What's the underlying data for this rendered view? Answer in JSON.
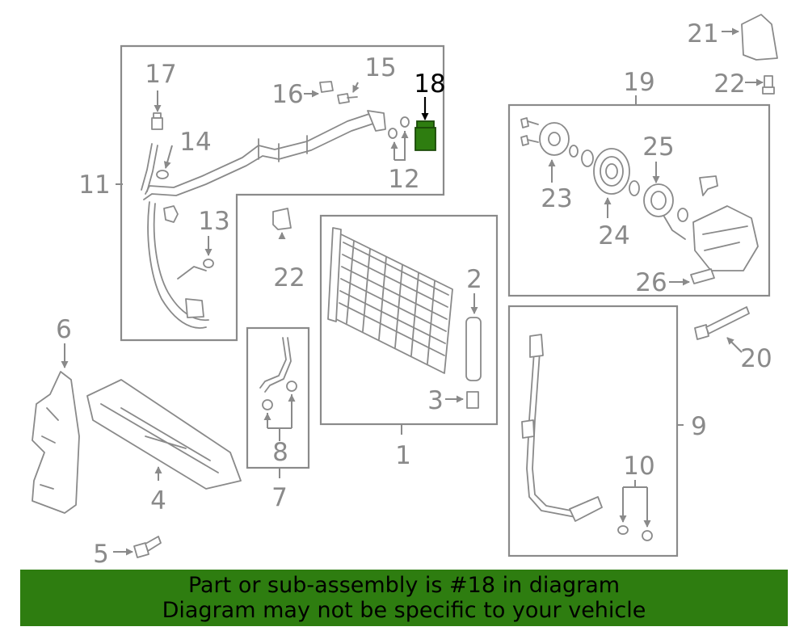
{
  "callouts": {
    "c1": "1",
    "c2": "2",
    "c3": "3",
    "c4": "4",
    "c5": "5",
    "c6": "6",
    "c7": "7",
    "c8": "8",
    "c9": "9",
    "c10": "10",
    "c11": "11",
    "c12": "12",
    "c13": "13",
    "c14": "14",
    "c15": "15",
    "c16": "16",
    "c17": "17",
    "c18": "18",
    "c19": "19",
    "c20": "20",
    "c21": "21",
    "c22a": "22",
    "c22b": "22",
    "c23": "23",
    "c24": "24",
    "c25": "25",
    "c26": "26"
  },
  "highlight": {
    "part": "18",
    "color": "#2e7d10"
  },
  "banner": {
    "line1": "Part or sub-assembly is #18 in diagram",
    "line2": "Diagram may not be specific to your vehicle",
    "color": "#2e7d10"
  }
}
